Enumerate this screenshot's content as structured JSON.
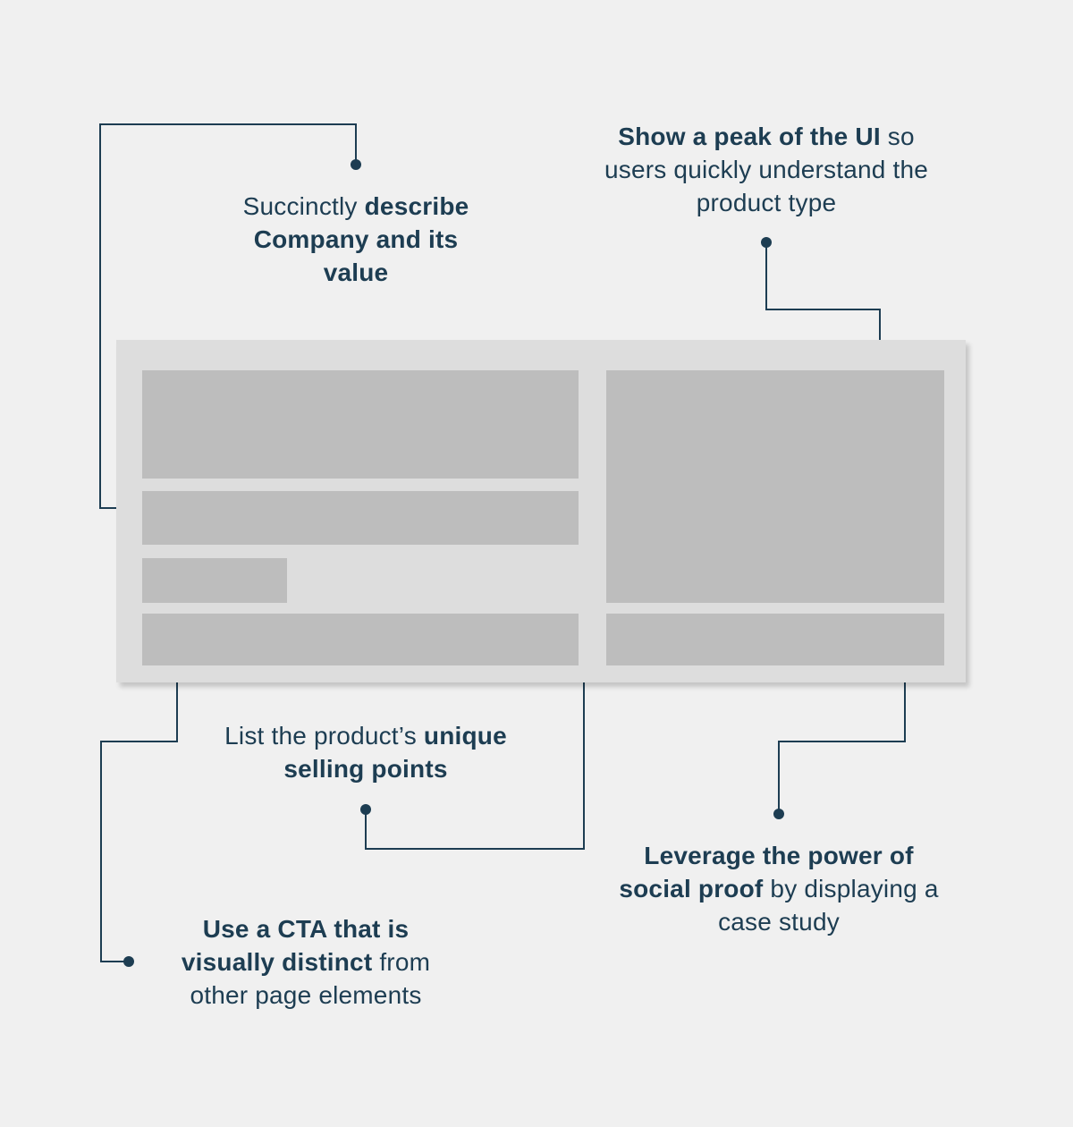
{
  "colors": {
    "background": "#f0f0f0",
    "text": "#1d3d52",
    "connector": "#1d3d52",
    "mockup_frame": "#dddddd",
    "mockup_block": "#bdbdbd"
  },
  "callouts": {
    "describe": {
      "line1_plain": "Succinctly ",
      "line1_bold": "describe",
      "line2_bold": "Company and its",
      "line3_bold": "value"
    },
    "ui_peek": {
      "line1_bold": "Show a peak of the UI",
      "line1_plain": " so",
      "line2_plain": "users quickly understand the",
      "line3_plain": "product type"
    },
    "usp": {
      "line1_plain": "List the product’s ",
      "line1_bold": "unique",
      "line2_bold": "selling points"
    },
    "social_proof": {
      "line1_bold": "Leverage the power of",
      "line2_bold": "social proof",
      "line2_plain": " by displaying a",
      "line3_plain": "case study"
    },
    "cta": {
      "line1_bold": "Use a CTA that is",
      "line2_bold": "visually distinct",
      "line2_plain": " from",
      "line3_plain": "other page elements"
    }
  }
}
